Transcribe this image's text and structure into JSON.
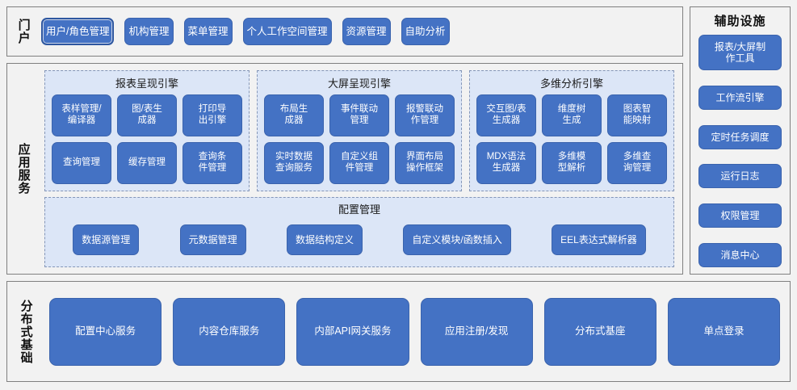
{
  "theme": {
    "page_background": "#f2f2f2",
    "button_fill": "#4472C4",
    "button_text": "#ffffff",
    "group_fill": "#dce6f7",
    "group_border": "#8496b8",
    "panel_border": "#808080"
  },
  "portal": {
    "label": "门户",
    "items": [
      {
        "label": "用户/角色管理",
        "selected": true
      },
      {
        "label": "机构管理",
        "selected": false
      },
      {
        "label": "菜单管理",
        "selected": false
      },
      {
        "label": "个人工作空间管理",
        "selected": false
      },
      {
        "label": "资源管理",
        "selected": false
      },
      {
        "label": "自助分析",
        "selected": false
      }
    ]
  },
  "app_services": {
    "label": "应用服务",
    "engines": [
      {
        "title": "报表呈现引擎",
        "items": [
          "表样管理/\n编译器",
          "图/表生\n成器",
          "打印导\n出引擎",
          "查询管理",
          "缓存管理",
          "查询条\n件管理"
        ]
      },
      {
        "title": "大屏呈现引擎",
        "items": [
          "布局生\n成器",
          "事件联动\n管理",
          "报警联动\n作管理",
          "实时数据\n查询服务",
          "自定义组\n件管理",
          "界面布局\n操作框架"
        ]
      },
      {
        "title": "多维分析引擎",
        "items": [
          "交互图/表\n生成器",
          "维度树\n生成",
          "图表智\n能映射",
          "MDX语法\n生成器",
          "多维模\n型解析",
          "多维查\n询管理"
        ]
      }
    ],
    "config": {
      "title": "配置管理",
      "items": [
        "数据源管理",
        "元数据管理",
        "数据结构定义",
        "自定义模块/函数插入",
        "EEL表达式解析器"
      ]
    }
  },
  "aux": {
    "title": "辅助设施",
    "items": [
      {
        "label": "报表/大屏制\n作工具",
        "size": "tall"
      },
      {
        "label": "工作流引擎",
        "size": "short"
      },
      {
        "label": "定时任务调度",
        "size": "short"
      },
      {
        "label": "运行日志",
        "size": "short"
      },
      {
        "label": "权限管理",
        "size": "short"
      },
      {
        "label": "消息中心",
        "size": "short"
      }
    ]
  },
  "distributed": {
    "label": "分布式基础",
    "items": [
      "配置中心服务",
      "内容仓库服务",
      "内部API网关服务",
      "应用注册/发现",
      "分布式基座",
      "单点登录"
    ]
  }
}
